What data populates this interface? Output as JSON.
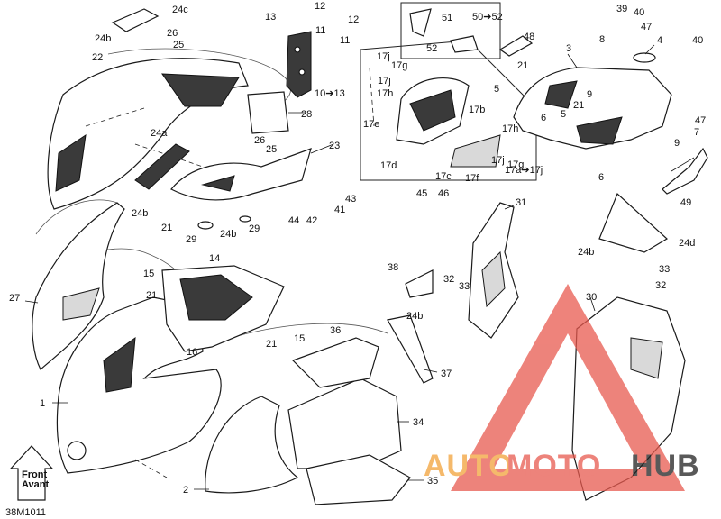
{
  "diagram_code": "38M1011",
  "front_arrow": {
    "line1": "Front",
    "line2": "Avant"
  },
  "watermark": {
    "part1": "AUTO",
    "part2": "MOTO",
    "part3": "HUB",
    "color_a": "#f2a23a",
    "color_b": "#e85a4f",
    "color_c": "#222222"
  },
  "callouts": [
    {
      "id": "c1",
      "text": "1"
    },
    {
      "id": "c2",
      "text": "2"
    },
    {
      "id": "c3",
      "text": "3"
    },
    {
      "id": "c4",
      "text": "4"
    },
    {
      "id": "c5a",
      "text": "5"
    },
    {
      "id": "c5b",
      "text": "5"
    },
    {
      "id": "c6a",
      "text": "6"
    },
    {
      "id": "c6b",
      "text": "6"
    },
    {
      "id": "c7",
      "text": "7"
    },
    {
      "id": "c8",
      "text": "8"
    },
    {
      "id": "c9a",
      "text": "9"
    },
    {
      "id": "c9b",
      "text": "9"
    },
    {
      "id": "c10",
      "text": "10➔13"
    },
    {
      "id": "c11a",
      "text": "11"
    },
    {
      "id": "c11b",
      "text": "11"
    },
    {
      "id": "c12a",
      "text": "12"
    },
    {
      "id": "c12b",
      "text": "12"
    },
    {
      "id": "c13",
      "text": "13"
    },
    {
      "id": "c14",
      "text": "14"
    },
    {
      "id": "c15a",
      "text": "15"
    },
    {
      "id": "c15b",
      "text": "15"
    },
    {
      "id": "c16",
      "text": "16"
    },
    {
      "id": "c17a",
      "text": "17a➔17j"
    },
    {
      "id": "c17b",
      "text": "17b"
    },
    {
      "id": "c17c",
      "text": "17c"
    },
    {
      "id": "c17d",
      "text": "17d"
    },
    {
      "id": "c17e",
      "text": "17e"
    },
    {
      "id": "c17f",
      "text": "17f"
    },
    {
      "id": "c17g1",
      "text": "17g"
    },
    {
      "id": "c17g2",
      "text": "17g"
    },
    {
      "id": "c17h1",
      "text": "17h"
    },
    {
      "id": "c17h2",
      "text": "17h"
    },
    {
      "id": "c17j1",
      "text": "17j"
    },
    {
      "id": "c17j2",
      "text": "17j"
    },
    {
      "id": "c17j3",
      "text": "17j"
    },
    {
      "id": "c21a",
      "text": "21"
    },
    {
      "id": "c21b",
      "text": "21"
    },
    {
      "id": "c21c",
      "text": "21"
    },
    {
      "id": "c21d",
      "text": "21"
    },
    {
      "id": "c21e",
      "text": "21"
    },
    {
      "id": "c22",
      "text": "22"
    },
    {
      "id": "c23",
      "text": "23"
    },
    {
      "id": "c24a",
      "text": "24a"
    },
    {
      "id": "c24b1",
      "text": "24b"
    },
    {
      "id": "c24b2",
      "text": "24b"
    },
    {
      "id": "c24b3",
      "text": "24b"
    },
    {
      "id": "c24b4",
      "text": "24b"
    },
    {
      "id": "c24b5",
      "text": "24b"
    },
    {
      "id": "c24c",
      "text": "24c"
    },
    {
      "id": "c24d",
      "text": "24d"
    },
    {
      "id": "c25a",
      "text": "25"
    },
    {
      "id": "c25b",
      "text": "25"
    },
    {
      "id": "c26a",
      "text": "26"
    },
    {
      "id": "c26b",
      "text": "26"
    },
    {
      "id": "c27",
      "text": "27"
    },
    {
      "id": "c28",
      "text": "28"
    },
    {
      "id": "c29a",
      "text": "29"
    },
    {
      "id": "c29b",
      "text": "29"
    },
    {
      "id": "c30",
      "text": "30"
    },
    {
      "id": "c31",
      "text": "31"
    },
    {
      "id": "c32a",
      "text": "32"
    },
    {
      "id": "c32b",
      "text": "32"
    },
    {
      "id": "c33a",
      "text": "33"
    },
    {
      "id": "c33b",
      "text": "33"
    },
    {
      "id": "c34",
      "text": "34"
    },
    {
      "id": "c35",
      "text": "35"
    },
    {
      "id": "c36",
      "text": "36"
    },
    {
      "id": "c37",
      "text": "37"
    },
    {
      "id": "c38",
      "text": "38"
    },
    {
      "id": "c39",
      "text": "39"
    },
    {
      "id": "c40a",
      "text": "40"
    },
    {
      "id": "c40b",
      "text": "40"
    },
    {
      "id": "c41",
      "text": "41"
    },
    {
      "id": "c42",
      "text": "42"
    },
    {
      "id": "c43",
      "text": "43"
    },
    {
      "id": "c44",
      "text": "44"
    },
    {
      "id": "c45",
      "text": "45"
    },
    {
      "id": "c46",
      "text": "46"
    },
    {
      "id": "c47a",
      "text": "47"
    },
    {
      "id": "c47b",
      "text": "47"
    },
    {
      "id": "c48",
      "text": "48"
    },
    {
      "id": "c49",
      "text": "49"
    },
    {
      "id": "c50",
      "text": "50➔52"
    },
    {
      "id": "c51",
      "text": "51"
    },
    {
      "id": "c52",
      "text": "52"
    }
  ]
}
